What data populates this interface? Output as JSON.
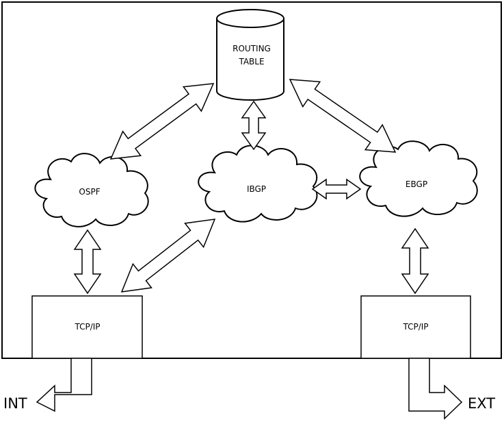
{
  "nodes": {
    "routing_table": {
      "line1": "ROUTING",
      "line2": "TABLE"
    },
    "ospf": "OSPF",
    "ibgp": "IBGP",
    "ebgp": "EBGP",
    "tcp_ip_left": "TCP/IP",
    "tcp_ip_right": "TCP/IP"
  },
  "external": {
    "int_label": "INT",
    "ext_label": "EXT"
  },
  "colors": {
    "stroke": "#000000",
    "fill": "#ffffff"
  }
}
